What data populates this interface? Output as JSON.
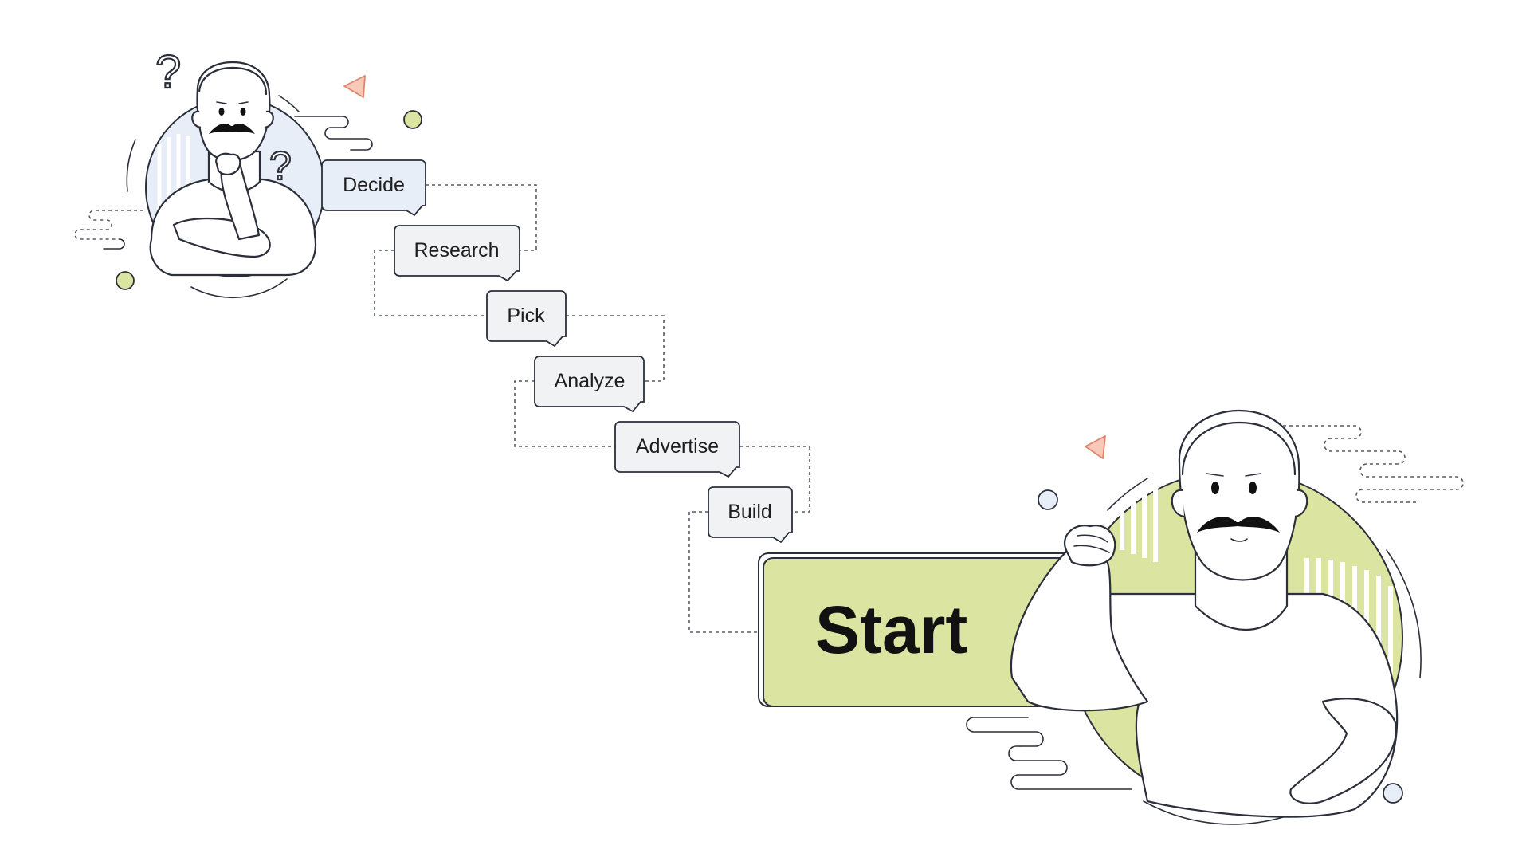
{
  "steps": [
    {
      "label": "Decide"
    },
    {
      "label": "Research"
    },
    {
      "label": "Pick"
    },
    {
      "label": "Analyze"
    },
    {
      "label": "Advertise"
    },
    {
      "label": "Build"
    }
  ],
  "start": {
    "label": "Start"
  },
  "decor": {
    "question_mark": "?",
    "question_icon": "question-mark-icon",
    "triangle_icon": "triangle-icon",
    "bubble_icon": "bubble-dot-icon"
  },
  "colors": {
    "accent_green": "#dbe4a0",
    "green_stroke": "#b8c96a",
    "bubble_blue": "#e8eef8",
    "triangle_pink": "#f7c9b8",
    "triangle_stroke": "#e0846a",
    "outline": "#2b2f3a",
    "mustache": "#111111"
  }
}
